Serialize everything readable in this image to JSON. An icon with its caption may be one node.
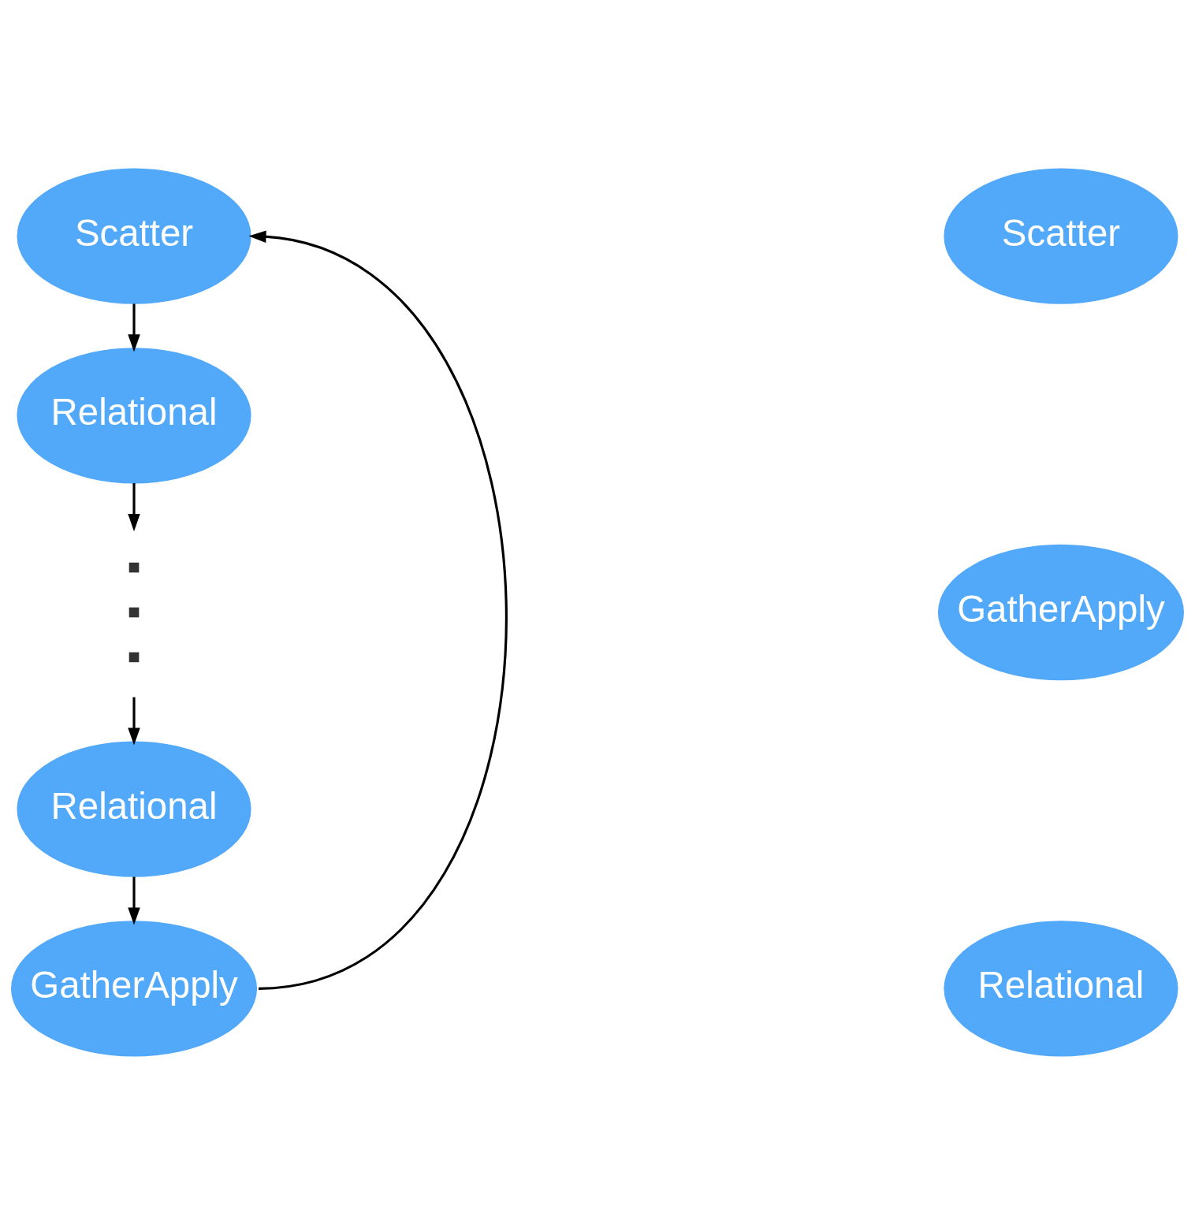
{
  "diagram": {
    "nodes": [
      {
        "text": [
          "Scatter"
        ]
      },
      {
        "text": [
          "Relational"
        ]
      },
      {
        "text": [],
        "shape": "dots"
      },
      {
        "text": [
          "Relational"
        ]
      },
      {
        "text": [
          "GatherApply"
        ]
      },
      {
        "text": [
          "Scatter"
        ]
      },
      {
        "text": [
          "GatherApply"
        ]
      },
      {
        "text": [
          "Relational"
        ]
      }
    ],
    "edges": [
      {
        "from": 0,
        "to": 1,
        "arrow": "to"
      },
      {
        "from": 1,
        "to": 2,
        "arrow": "to"
      },
      {
        "from": 2,
        "to": 3,
        "arrow": "to"
      },
      {
        "from": 3,
        "to": 4,
        "arrow": "to"
      },
      {
        "from": 4,
        "to": 0,
        "arrow": "to"
      }
    ]
  }
}
